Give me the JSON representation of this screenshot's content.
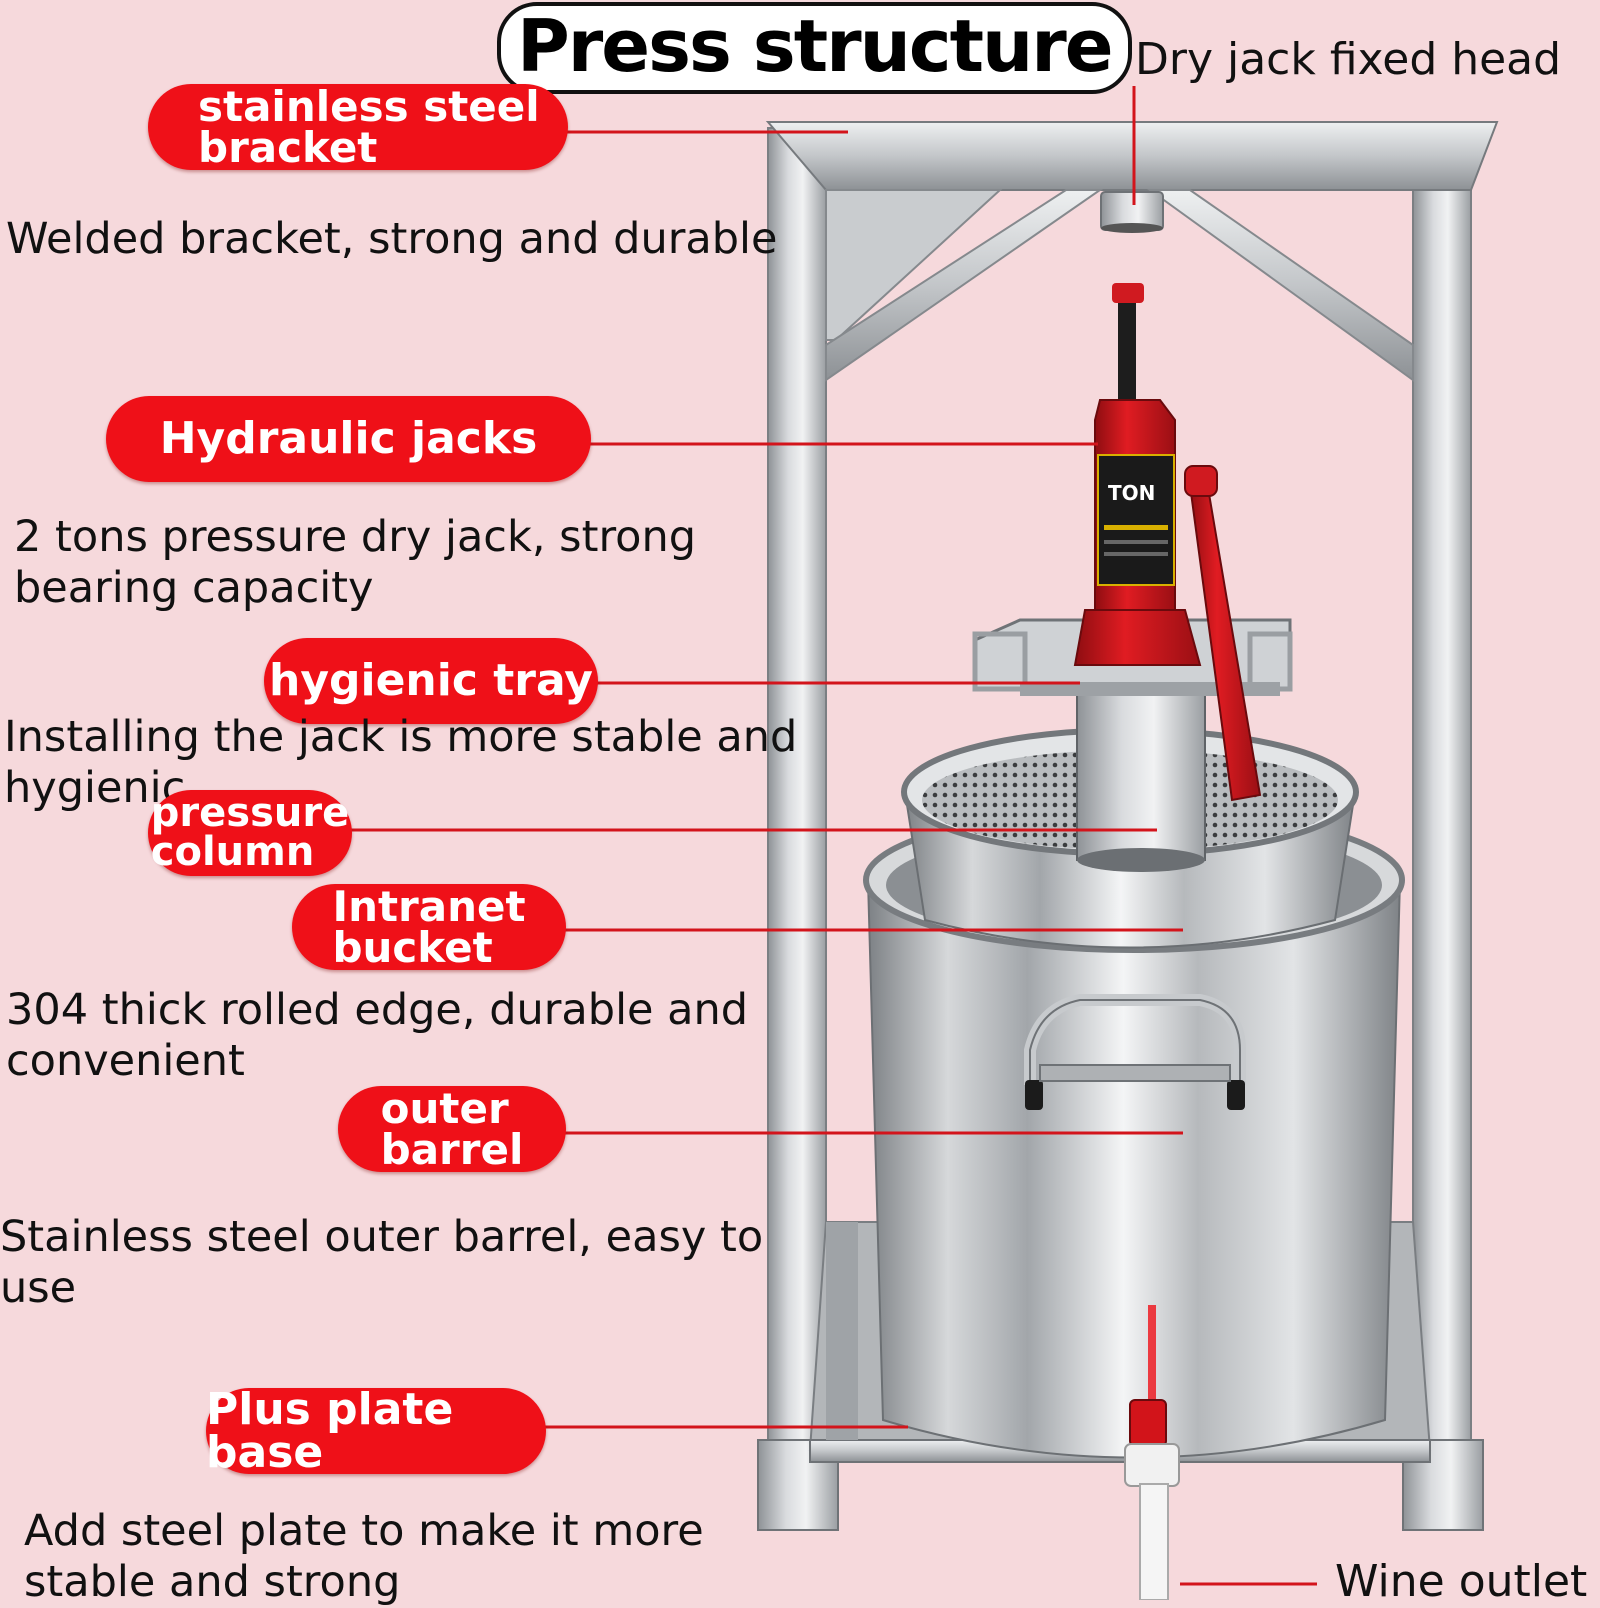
{
  "title": "Press structure",
  "callouts": {
    "stainless_steel_bracket": {
      "label_line1": "stainless steel",
      "label_line2": "bracket",
      "description": "Welded bracket, strong and durable"
    },
    "hydraulic_jacks": {
      "label": "Hydraulic jacks",
      "description_line1": "2 tons pressure dry jack, strong",
      "description_line2": "bearing capacity"
    },
    "hygienic_tray": {
      "label": "hygienic tray",
      "description_line1": "Installing the jack is more stable and",
      "description_line2": "hygienic"
    },
    "pressure_column": {
      "label_line1": "pressure",
      "label_line2": "column"
    },
    "intranet_bucket": {
      "label_line1": "Intranet",
      "label_line2": "bucket",
      "description_line1": "304 thick rolled edge, durable and",
      "description_line2": "convenient"
    },
    "outer_barrel": {
      "label_line1": "outer",
      "label_line2": "barrel",
      "description_line1": "Stainless steel outer barrel, easy to",
      "description_line2": "use"
    },
    "plus_plate_base": {
      "label": "Plus plate base",
      "description_line1": "Add steel plate to make it more",
      "description_line2": "stable and strong"
    },
    "dry_jack_fixed_head": {
      "label": "Dry jack fixed head"
    },
    "wine_outlet": {
      "label": "Wine outlet"
    }
  },
  "jack_label": {
    "rating": "TON"
  },
  "colors": {
    "background": "#f6d9dc",
    "pill": "#ef1018",
    "steel": "#c4c6c9",
    "jack_red": "#d3141b"
  }
}
